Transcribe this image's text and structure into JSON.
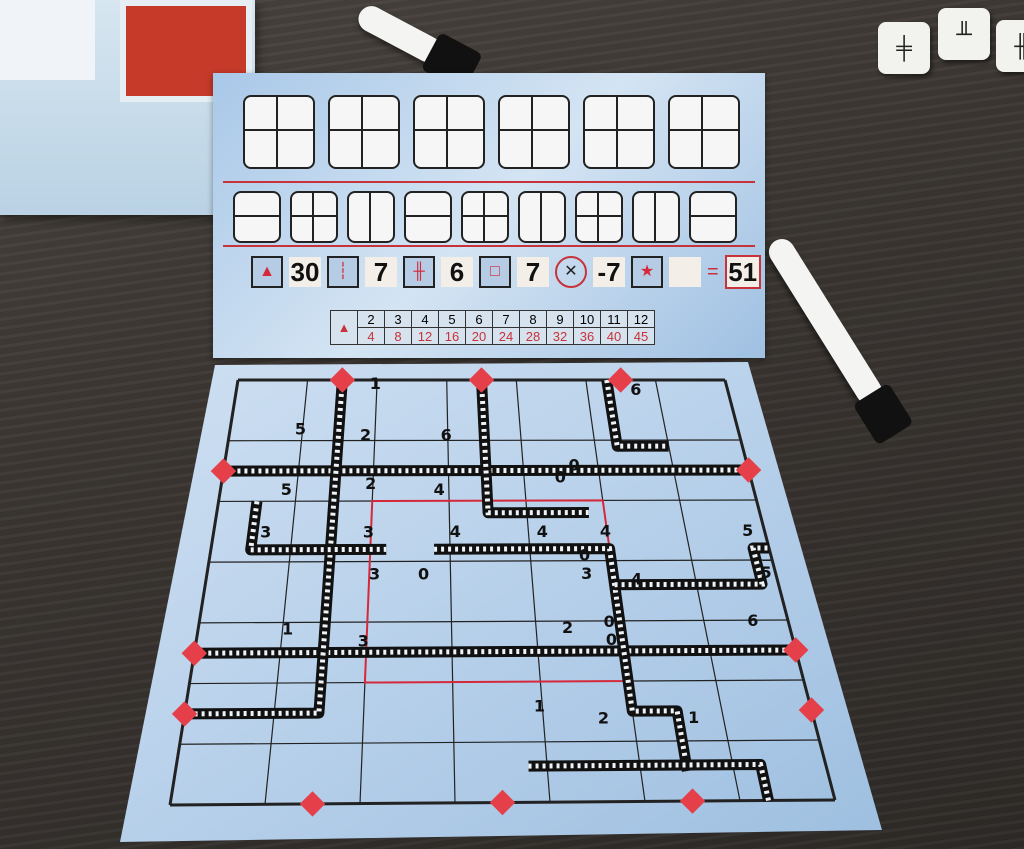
{
  "scorecard": {
    "categories": [
      {
        "icon": "exit-arrow-icon",
        "value": "30"
      },
      {
        "icon": "longest-railway-icon",
        "value": "7"
      },
      {
        "icon": "longest-highway-icon",
        "value": "6"
      },
      {
        "icon": "center-square-icon",
        "value": "7"
      },
      {
        "icon": "error-x-icon",
        "value": "-7"
      },
      {
        "icon": "star-icon",
        "value": ""
      }
    ],
    "equals": "=",
    "total": "51",
    "exit_table": {
      "exits": [
        "2",
        "3",
        "4",
        "5",
        "6",
        "7",
        "8",
        "9",
        "10",
        "11",
        "12"
      ],
      "points": [
        "4",
        "8",
        "12",
        "16",
        "20",
        "24",
        "28",
        "32",
        "36",
        "40",
        "45"
      ]
    }
  },
  "board": {
    "digits": [
      "1",
      "5",
      "2",
      "6",
      "6",
      "0",
      "4",
      "0",
      "5",
      "3",
      "2",
      "4",
      "3",
      "4",
      "4",
      "0",
      "5",
      "3",
      "0",
      "4",
      "5",
      "0",
      "3",
      "1",
      "3",
      "2",
      "0",
      "6",
      "1",
      "2",
      "1"
    ]
  },
  "colors": {
    "accent_red": "#c8323a",
    "sheet_blue": "#b9d2ea",
    "table": "#3b3632"
  }
}
